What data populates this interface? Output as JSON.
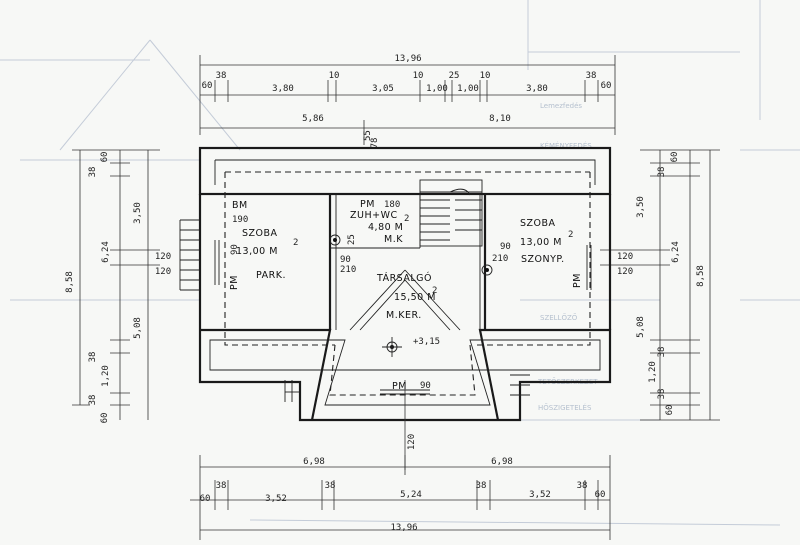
{
  "plan": {
    "top_dims": {
      "overall": "13,96",
      "row_a": [
        "60",
        "38",
        "3,80",
        "10",
        "3,05",
        "10",
        "1,00",
        "25",
        "1,00",
        "10",
        "3,80",
        "38",
        "60"
      ],
      "row_b": [
        "5,86",
        "55",
        "8,10"
      ]
    },
    "bottom_dims": {
      "overall": "13,96",
      "halves": [
        "6,98",
        "6,98"
      ],
      "row": [
        "60",
        "38",
        "3,52",
        "38",
        "5,24",
        "38",
        "3,52",
        "38",
        "60"
      ]
    },
    "left_dims": [
      "60",
      "38",
      "3,50",
      "6,24",
      "5,08",
      "8,58",
      "120",
      "120",
      "38",
      "1,20",
      "38",
      "60"
    ],
    "right_dims": [
      "60",
      "38",
      "3,50",
      "6,24",
      "5,08",
      "8,58",
      "120",
      "120",
      "38",
      "1,20",
      "38",
      "60"
    ],
    "interior_dims": [
      "78",
      "180",
      "190",
      "90",
      "25",
      "90",
      "210",
      "90",
      "210",
      "120"
    ],
    "rooms": {
      "left_room": {
        "name": "SZOBA",
        "area": "13,00 M",
        "exp": "2",
        "notes": [
          "BM",
          "PM",
          "PARK."
        ]
      },
      "bath": {
        "name": "ZUH+WC",
        "area": "4,80 M",
        "exp": "2",
        "notes": [
          "PM",
          "M.K"
        ]
      },
      "hall": {
        "name": "TÁRSALGÓ",
        "area": "15,50 M",
        "exp": "2",
        "notes": [
          "M.KER.",
          "+3,15",
          "PM"
        ]
      },
      "right_room": {
        "name": "SZOBA",
        "area": "13,00 M",
        "exp": "2",
        "notes": [
          "PM",
          "SZONYP."
        ]
      }
    },
    "ghost_texts": [
      "Lemezfedés",
      "KÉMÉNYFEDÉS",
      "SZELLŐZŐ",
      "TETŐSZERKEZET",
      "HŐSZIGETELÉS"
    ],
    "colors": {
      "ink": "#1a1a1a",
      "paper": "#f7f8f6",
      "ghost": "#b6c1cf"
    }
  }
}
